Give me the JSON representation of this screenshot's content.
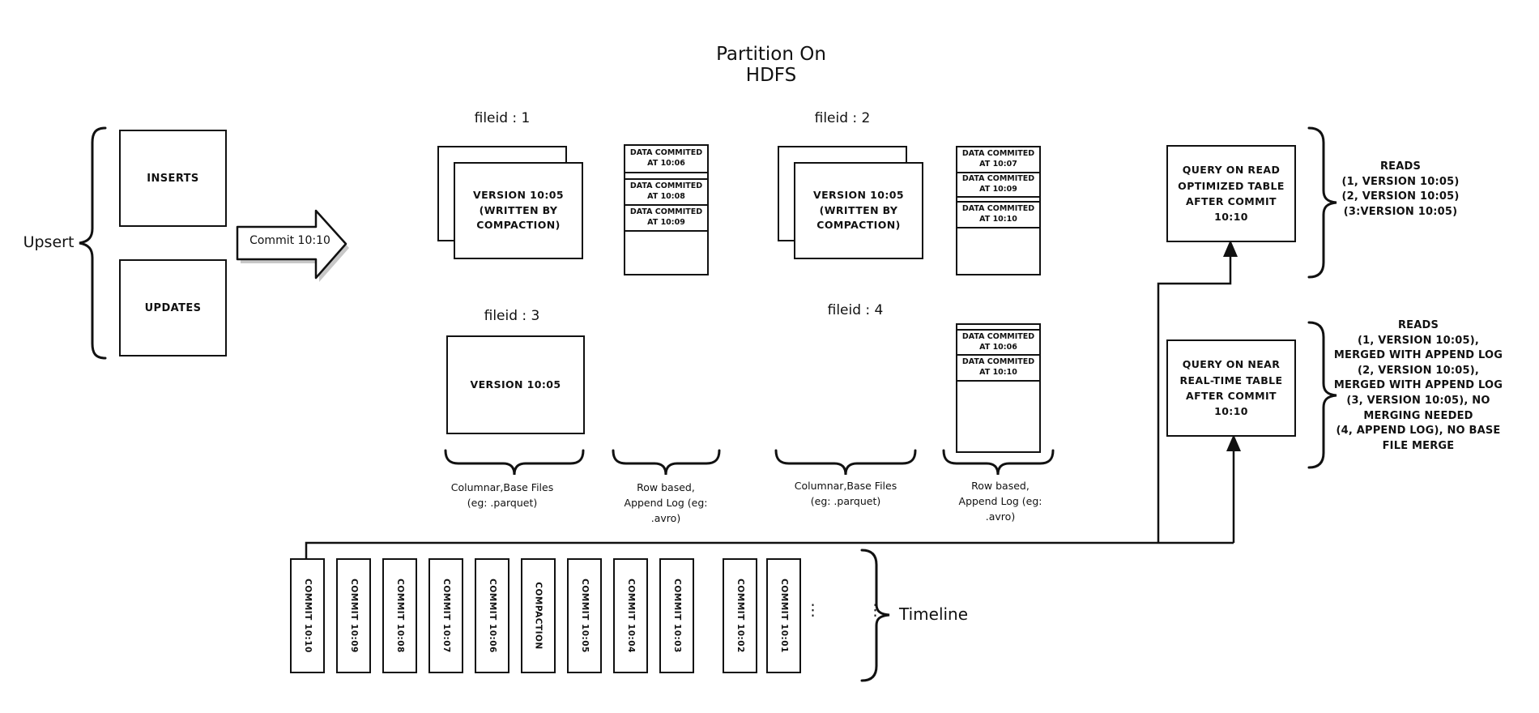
{
  "title": "Partition On HDFS",
  "upsert": {
    "label": "Upsert",
    "inserts": "INSERTS",
    "updates": "UPDATES"
  },
  "commit_arrow": {
    "label": "Commit 10:10"
  },
  "file_groups": {
    "f1": {
      "label": "fileid : 1",
      "base": "VERSION 10:05\n(WRITTEN BY\nCOMPACTION)"
    },
    "f2": {
      "label": "fileid : 2",
      "base": "VERSION 10:05\n(WRITTEN BY\nCOMPACTION)"
    },
    "f3": {
      "label": "fileid : 3",
      "base": "VERSION 10:05"
    },
    "f4": {
      "label": "fileid : 4"
    }
  },
  "logs": {
    "log1": {
      "rows": [
        "DATA COMMITED\nAT 10:06",
        "DATA COMMITED\nAT 10:08",
        "DATA COMMITED\nAT 10:09"
      ]
    },
    "log2": {
      "rows": [
        "DATA COMMITED\nAT 10:07",
        "DATA COMMITED\nAT 10:09",
        "DATA COMMITED\nAT 10:10"
      ]
    },
    "log4": {
      "rows": [
        "DATA COMMITED\nAT 10:06",
        "DATA COMMITED\nAT 10:10"
      ]
    }
  },
  "column_labels": {
    "columnar1": "Columnar,Base Files\n(eg: .parquet)",
    "row_based1": "Row based,\nAppend Log  (eg:\n.avro)",
    "columnar2": "Columnar,Base Files\n(eg: .parquet)",
    "row_based2": "Row based,\nAppend Log  (eg:\n.avro)"
  },
  "queries": {
    "read_optimized": {
      "box": "QUERY ON READ\nOPTIMIZED TABLE\nAFTER COMMIT\n10:10",
      "reads": "READS\n(1, VERSION 10:05)\n(2, VERSION 10:05)\n(3:VERSION 10:05)"
    },
    "near_real_time": {
      "box": "QUERY ON NEAR\nREAL-TIME TABLE\nAFTER COMMIT\n10:10",
      "reads": "READS\n(1, VERSION 10:05),\nMERGED WITH APPEND LOG\n(2, VERSION 10:05),\nMERGED WITH APPEND LOG\n(3, VERSION 10:05), NO\nMERGING NEEDED\n(4, APPEND LOG), NO BASE\nFILE MERGE"
    }
  },
  "timeline": {
    "label": "Timeline",
    "ellipsis": "⋮ ⋮",
    "items": [
      "COMMIT 10:10",
      "COMMIT 10:09",
      "COMMIT 10:08",
      "COMMIT 10:07",
      "COMMIT 10:06",
      "COMPACTION",
      "COMMIT 10:05",
      "COMMIT 10:04",
      "COMMIT 10:03",
      "COMMIT 10:02",
      "COMMIT 10:01"
    ]
  },
  "colors": {
    "ink": "#111111",
    "paper": "#ffffff",
    "shadow": "#c8c8c8"
  }
}
